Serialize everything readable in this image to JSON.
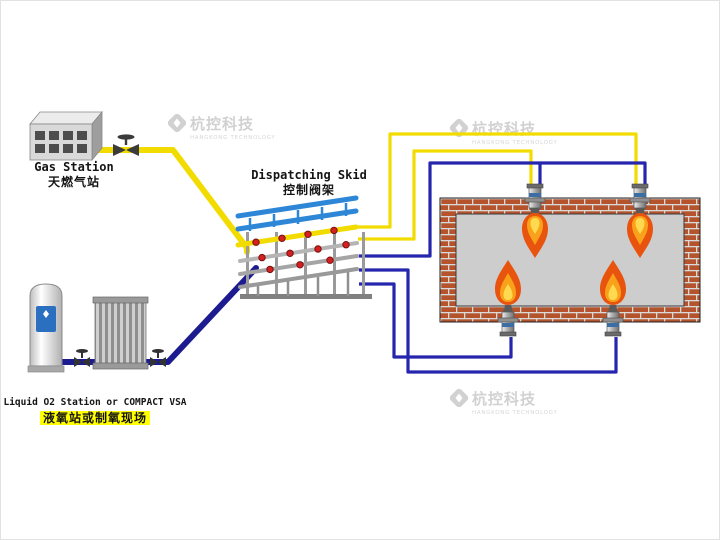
{
  "watermark": {
    "brand": "杭控科技",
    "subtitle": "HANGKONG TECHNOLOGY",
    "color": "#c9c9c9"
  },
  "labels": {
    "gas_station": {
      "en": "Gas Station",
      "zh": "天燃气站"
    },
    "dispatching_skid": {
      "en": "Dispatching Skid",
      "zh": "控制阀架"
    },
    "o2_station": {
      "en": "Liquid O2 Station or COMPACT VSA",
      "zh": "液氧站或制氧现场"
    }
  },
  "colors": {
    "gas_pipe": "#f2dc00",
    "oxygen_supply_pipe": "#1c1c90",
    "oxygen_distribution_pipe": "#2525ad",
    "skid_blue_pipe": "#2e86d6",
    "valve_wheel_red": "#d42020",
    "brick": "#b5532c",
    "mortar": "#d9d9d9",
    "furnace_interior": "#cdcdcd",
    "flame_outer": "#e8540e",
    "flame_mid": "#f9a11b",
    "flame_core": "#ffd94f",
    "highlight": "#ffff00"
  },
  "furnace": {
    "burner_count": 4
  }
}
